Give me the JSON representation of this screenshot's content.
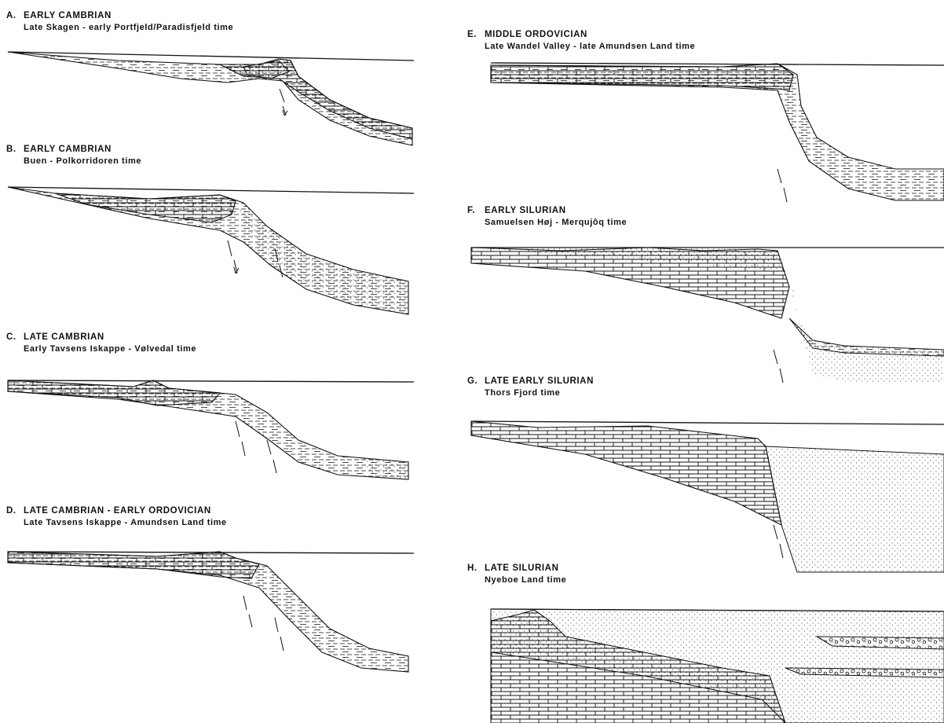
{
  "figure": {
    "colors": {
      "ink": "#111111",
      "paper": "#ffffff"
    },
    "panels": [
      {
        "letter": "A.",
        "period": "EARLY CAMBRIAN",
        "stage": "Late Skagen  - early Portfjeld/Paradisfjeld time"
      },
      {
        "letter": "B.",
        "period": "EARLY CAMBRIAN",
        "stage": "Buen - Polkorridoren time"
      },
      {
        "letter": "C.",
        "period": "LATE CAMBRIAN",
        "stage": "Early Tavsens Iskappe - Vølvedal time"
      },
      {
        "letter": "D.",
        "period": "LATE CAMBRIAN - EARLY ORDOVICIAN",
        "stage": "Late Tavsens Iskappe - Amundsen Land time"
      },
      {
        "letter": "E.",
        "period": "MIDDLE ORDOVICIAN",
        "stage": "Late Wandel Valley - late Amundsen Land time"
      },
      {
        "letter": "F.",
        "period": "EARLY SILURIAN",
        "stage": "Samuelsen Høj - Merqujôq time"
      },
      {
        "letter": "G.",
        "period": "LATE EARLY SILURIAN",
        "stage": "Thors Fjord time"
      },
      {
        "letter": "H.",
        "period": "LATE SILURIAN",
        "stage": "Nyeboe Land time"
      }
    ]
  }
}
